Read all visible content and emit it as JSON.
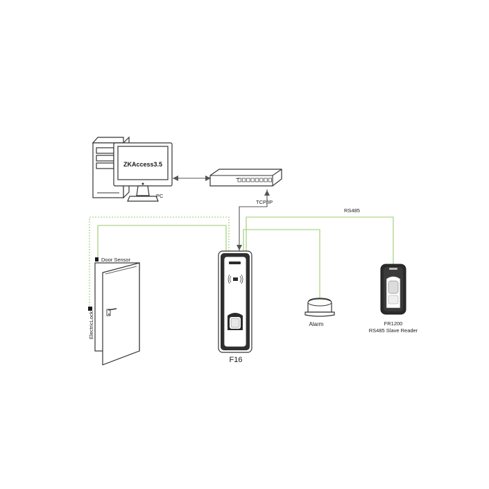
{
  "pc": {
    "screen_text": "ZKAccess3.5",
    "label": "PC"
  },
  "switch_label": "TCP/IP",
  "rs485_label": "RS485",
  "door": {
    "sensor_label": "Door Sensor",
    "lock_label": "ElectricLock"
  },
  "controller_label": "F16",
  "alarm_label": "Alarm",
  "slave_reader": {
    "model": "FR1200",
    "label": "RS485 Slave Reader"
  },
  "colors": {
    "wire": "#9acb6b",
    "network": "#555555",
    "outline": "#333333",
    "device_dark": "#2b2b2b"
  }
}
